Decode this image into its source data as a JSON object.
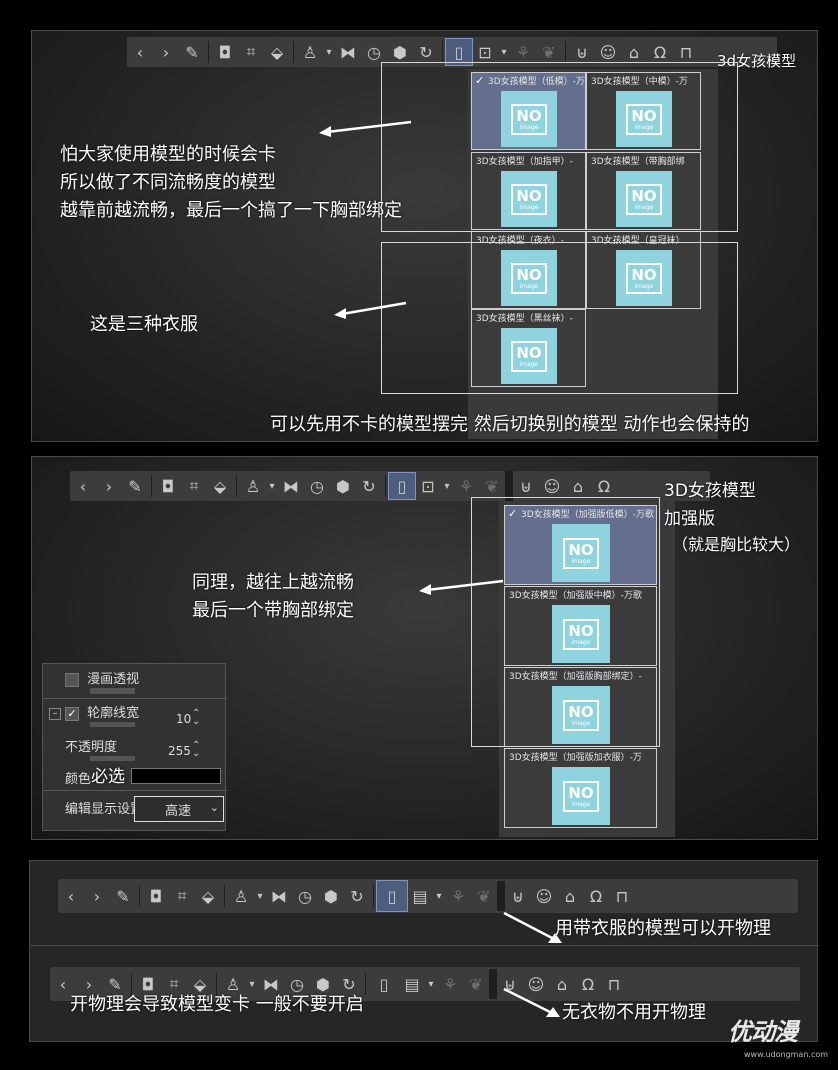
{
  "panel1": {
    "title_label": "3d女孩模型",
    "caption_lines": [
      "怕大家使用模型的时候会卡",
      "所以做了不同流畅度的模型",
      "越靠前越流畅，最后一个搞了一下胸部绑定"
    ],
    "clothes_caption": "这是三种衣服",
    "bottom_caption": "可以先用不卡的模型摆完 然后切换别的模型 动作也会保持的",
    "models": [
      {
        "title": "3D女孩模型（低模）-万",
        "selected": true
      },
      {
        "title": "3D女孩模型（中模）-万"
      },
      {
        "title": "3D女孩模型（加指甲）-"
      },
      {
        "title": "3D女孩模型（带胸部绑"
      },
      {
        "title": "3D女孩模型（夜衣）-"
      },
      {
        "title": "3D女孩模型（皇冠袜）"
      },
      {
        "title": "3D女孩模型（黑丝袜）-"
      }
    ]
  },
  "panel2": {
    "title_lines": [
      "3D女孩模型",
      "加强版",
      "（就是胸比较大）"
    ],
    "caption_lines": [
      "同理，越往上越流畅",
      "最后一个带胸部绑定"
    ],
    "models": [
      {
        "title": "3D女孩模型（加强版低模）-万歌",
        "selected": true
      },
      {
        "title": "3D女孩模型（加强版中模）-万歌"
      },
      {
        "title": "3D女孩模型（加强版胸部绑定）-"
      },
      {
        "title": "3D女孩模型（加强版加衣服）-万"
      }
    ],
    "props": {
      "manga_perspective": "漫画透视",
      "outline_width": "轮廓线宽",
      "outline_value": "10",
      "opacity": "不透明度",
      "opacity_value": "255",
      "color": "颜色",
      "must_select": "必选",
      "edit_display": "编辑显示设置",
      "speed_value": "高速"
    }
  },
  "panel3": {
    "caption_physics_on": "用带衣服的模型可以开物理",
    "caption_warning": "开物理会导致模型变卡 一般不要开启",
    "caption_physics_off": "无衣物不用开物理"
  },
  "noimg": {
    "big": "NO",
    "small": "image"
  },
  "watermark": "优动漫",
  "watermark_url": "www.udongman.com"
}
